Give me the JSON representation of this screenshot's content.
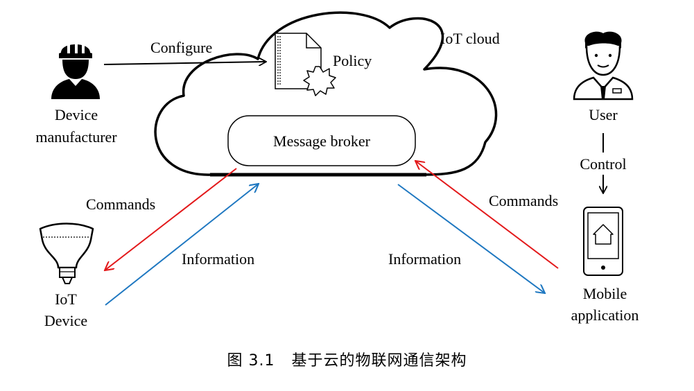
{
  "labels": {
    "iot_cloud": "IoT cloud",
    "policy": "Policy",
    "message_broker": "Message broker",
    "configure": "Configure",
    "device_manufacturer_line1": "Device",
    "device_manufacturer_line2": "manufacturer",
    "user": "User",
    "control": "Control",
    "commands_left": "Commands",
    "information_left": "Information",
    "information_right": "Information",
    "commands_right": "Commands",
    "iot_device_line1": "IoT",
    "iot_device_line2": "Device",
    "mobile_app_line1": "Mobile",
    "mobile_app_line2": "application"
  },
  "caption": "图 3.1   基于云的物联网通信架构",
  "icons": {
    "manufacturer": "worker-hardhat-icon",
    "user": "user-icon",
    "policy": "policy-document-icon",
    "gear": "gear-badge-icon",
    "iot_device": "light-bulb-icon",
    "mobile": "smartphone-icon",
    "home": "home-icon"
  },
  "colors": {
    "commands": "#e31a1c",
    "information": "#1f78c1",
    "outline": "#000000"
  }
}
